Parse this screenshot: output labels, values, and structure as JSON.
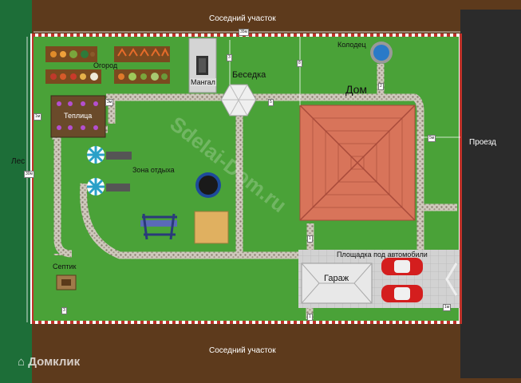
{
  "labels": {
    "neighbor_top": "Соседний участок",
    "neighbor_bottom": "Соседний участок",
    "forest": "Лес",
    "driveway": "Проезд",
    "well": "Колодец",
    "garden": "Огород",
    "bbq": "Мангал",
    "gazebo": "Беседка",
    "house": "Дом",
    "greenhouse": "Теплица",
    "rest_zone": "Зона отдыха",
    "septic": "Септик",
    "garage": "Гараж",
    "parking": "Площадка под автомобили"
  },
  "watermark": {
    "domclick": "Домклик",
    "site": "Sdelai-Dom.ru"
  },
  "dimensions": {
    "top": "35м",
    "left": "30м",
    "right": "5м",
    "bbq_dist": "3",
    "house_top": "8",
    "house_left": "5",
    "gh_left": "1м",
    "well": "2",
    "gazebo": "3м",
    "septic": "3",
    "garage_top": "1",
    "garage_bottom": "1",
    "parking_right": "1м"
  },
  "colors": {
    "lawn": "#4aa238",
    "soil": "#5d3a1c",
    "forest": "#1d6e38",
    "road": "#2b2b2b",
    "roof": "#d8745a",
    "path": "#c8c2b6",
    "fence": "#c0332b"
  }
}
